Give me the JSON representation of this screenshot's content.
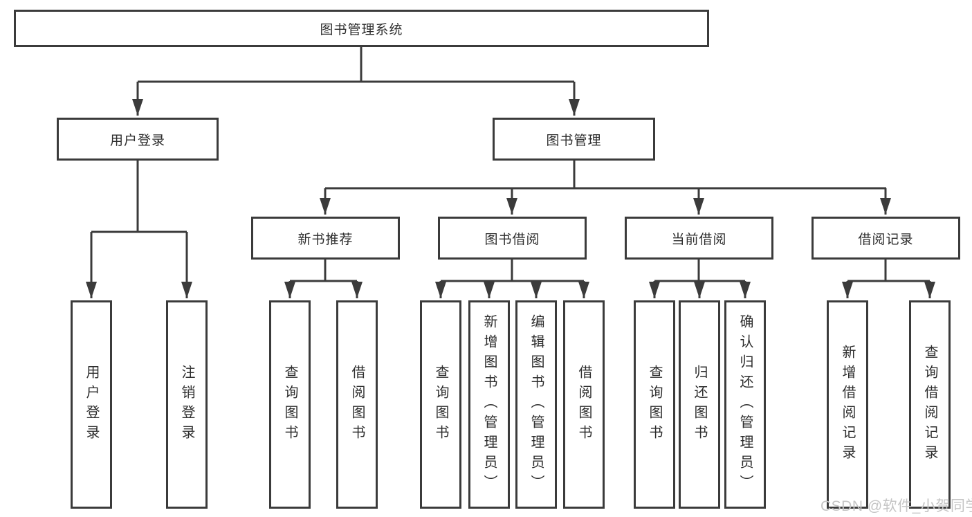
{
  "diagram": {
    "root": "图书管理系统",
    "user_login": {
      "label": "用户登录",
      "leaves": [
        "用户登录",
        "注销登录"
      ]
    },
    "book_management": {
      "label": "图书管理",
      "sections": [
        {
          "label": "新书推荐",
          "leaves": [
            "查询图书",
            "借阅图书"
          ]
        },
        {
          "label": "图书借阅",
          "leaves": [
            "查询图书",
            "新增图书（管理员）",
            "编辑图书（管理员）",
            "借阅图书"
          ]
        },
        {
          "label": "当前借阅",
          "leaves": [
            "查询图书",
            "归还图书",
            "确认归还（管理员）"
          ]
        },
        {
          "label": "借阅记录",
          "leaves": [
            "新增借阅记录",
            "查询借阅记录"
          ]
        }
      ]
    }
  },
  "watermark": "CSDN @软件_小贺同学",
  "colors": {
    "line": "#3b3b3b",
    "text": "#2d2d2d",
    "watermark": "#c5c5c5",
    "background": "#ffffff"
  }
}
